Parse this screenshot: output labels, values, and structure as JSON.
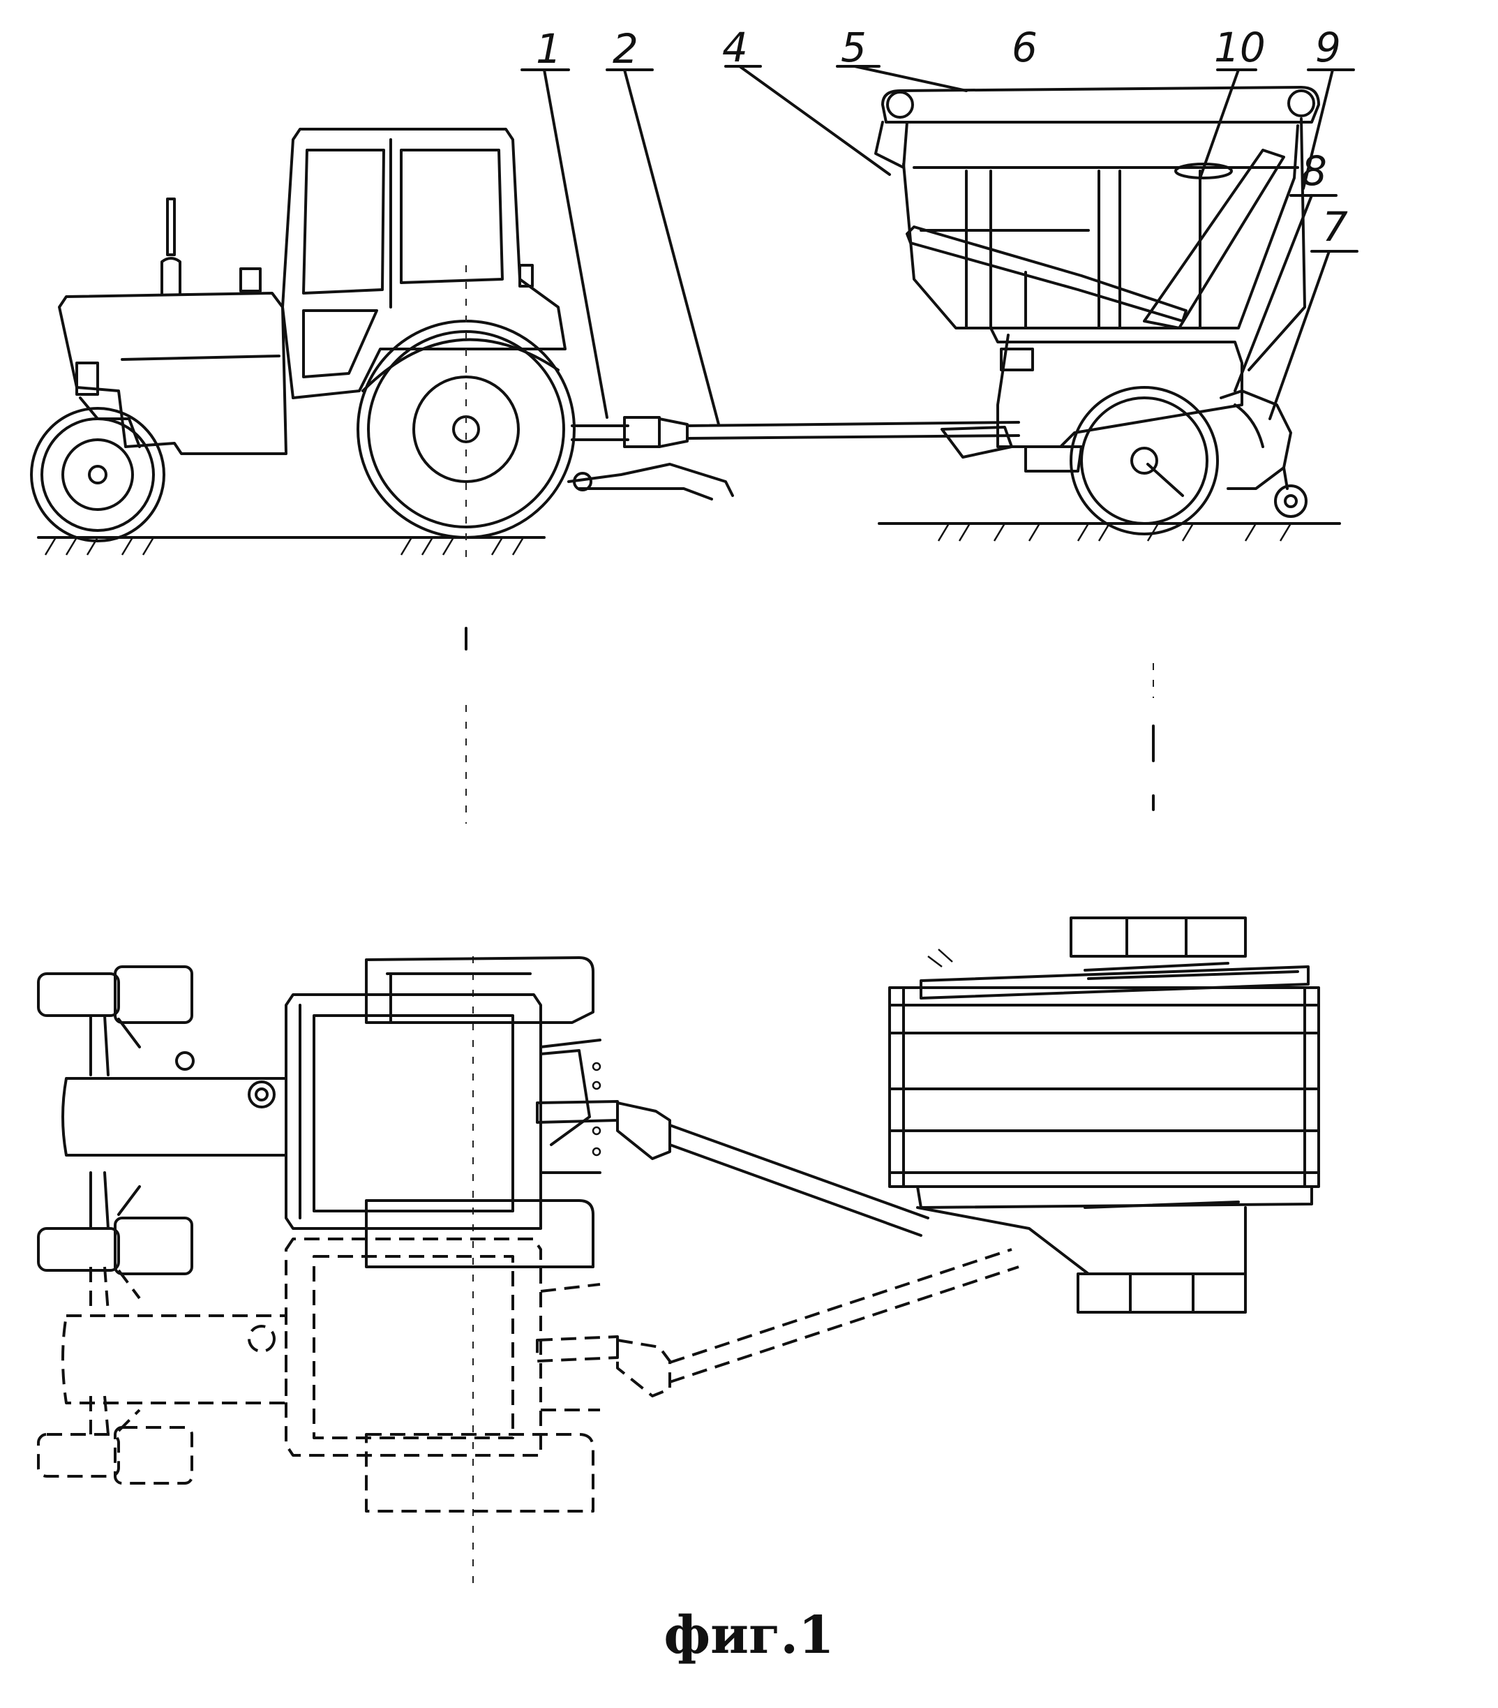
{
  "labels": {
    "l1": "1",
    "l2": "2",
    "l4": "4",
    "l5": "5",
    "l6": "6",
    "l10": "10",
    "l9": "9",
    "l8": "8",
    "l7": "7"
  },
  "caption": "фиг.1"
}
